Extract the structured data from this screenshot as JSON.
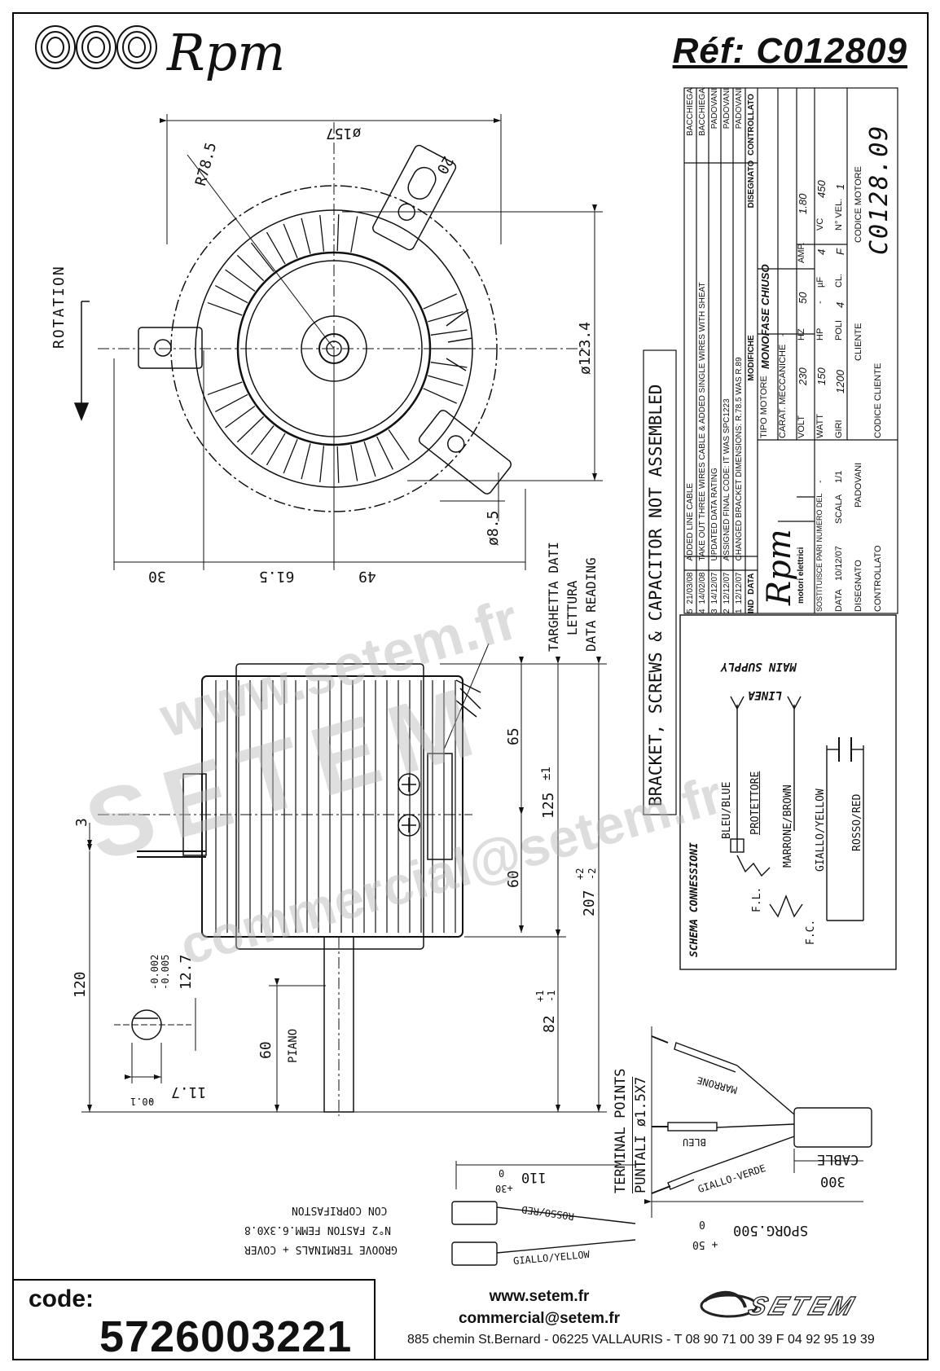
{
  "header": {
    "brand": "Rpm",
    "reference": "Réf:  C012809"
  },
  "front_view": {
    "rotation_label": "ROTATION",
    "dim_diameter": "ø157",
    "dim_radius": "R78.5",
    "dim_slot": "20",
    "dim_pitch_circle": "ø123.4",
    "dim_hole": "ø8.5",
    "dim_30": "30",
    "dim_61_5": "61.5",
    "dim_49": "49"
  },
  "side_view": {
    "nameplate_label_1": "TARGHETTA DATI",
    "nameplate_label_2": "LETTURA",
    "nameplate_label_3": "DATA READING",
    "note": "BRACKET, SCREWS & CAPACITOR NOT ASSEMBLED",
    "dim_65": "65",
    "dim_125": "125",
    "dim_125_tol": "±1",
    "dim_60": "60",
    "dim_207": "207",
    "dim_207_tol_plus": "+2",
    "dim_207_tol_minus": "-2",
    "dim_3": "3",
    "dim_120": "120",
    "dim_12_7": "12.7",
    "dim_12_7_tol_1": "-0.002",
    "dim_12_7_tol_2": "-0.005",
    "dim_11_7": "11.7",
    "dim_11_7_tol_1": "0",
    "dim_11_7_tol_2": "-0.1",
    "dim_60_flat": "60",
    "flat_label": "PIANO",
    "dim_82": "82",
    "dim_82_tol_plus": "+1",
    "dim_82_tol_minus": "-1"
  },
  "revisions": {
    "rows": [
      {
        "ind": "5",
        "date": "21/03/08",
        "text": "ADDED LINE CABLE",
        "by": "BACCHIEGA"
      },
      {
        "ind": "4",
        "date": "14/02/08",
        "text": "TAKE OUT THREE WIRES CABLE & ADDED SINGLE WIRES WITH SHEAT",
        "by": "BACCHIEGA"
      },
      {
        "ind": "3",
        "date": "14/12/07",
        "text": "UPDATED DATA RATING",
        "by": "PADOVANI"
      },
      {
        "ind": "2",
        "date": "12/12/07",
        "text": "ASSIGNED FINAL CODE: IT WAS SPC1223",
        "by": "PADOVANI"
      },
      {
        "ind": "1",
        "date": "12/12/07",
        "text": "CHANGED BRACKET DIMENSIONS: R.78.5 WAS R.89",
        "by": "PADOVANI"
      }
    ],
    "header_ind": "IND",
    "header_date": "DATA",
    "header_text": "MODIFICHE",
    "header_drawn": "DISEGNATO",
    "header_checked": "CONTROLLATO"
  },
  "title_block": {
    "company": "Rpm",
    "company_sub": "motori elettrici",
    "motor_type_label": "TIPO MOTORE",
    "motor_type": "MONOFASE CHIUSO",
    "mech_label": "CARAT. MECCANICHE",
    "mech_value": "-",
    "volt_label": "VOLT",
    "volt": "230",
    "hz_label": "HZ",
    "hz": "50",
    "amp_label": "AMP.",
    "amp": "1.80",
    "watt_label": "WATT",
    "watt": "150",
    "hp_label": "HP",
    "hp": "-",
    "uf_label": "µF",
    "uf": "4",
    "vc_label": "VC",
    "vc": "450",
    "giri_label": "GIRI",
    "giri": "1200",
    "poli_label": "POLI",
    "poli": "4",
    "cl_label": "CL.",
    "cl": "F",
    "vel_label": "N° VEL.",
    "vel": "1",
    "replaces_label": "SOSTITUISCE PARI NUMERO DEL",
    "replaces": "-",
    "date_label": "DATA",
    "date": "10/12/07",
    "scale_label": "SCALA",
    "scale": "1/1",
    "drawn_label": "DISEGNATO",
    "drawn": "PADOVANI",
    "checked_label": "CONTROLLATO",
    "client_label": "CLIENTE",
    "client_code_label": "CODICE CLIENTE",
    "motor_code_label": "CODICE MOTORE",
    "motor_code": "C0128.09"
  },
  "wiring": {
    "title": "SCHEMA CONNESSIONI",
    "main_supply": "MAIN SUPPLY",
    "linea": "LINEA",
    "blue": "BLEU/BLUE",
    "protector": "PROTETTORE",
    "brown": "MARRONE/BROWN",
    "yellow": "GIALLO/YELLOW",
    "red": "ROSSO/RED",
    "fl": "F.L.",
    "fc": "F.C."
  },
  "cable": {
    "terminal_points": "TERMINAL POINTS",
    "puntali": "PUNTALI ø1.5X7",
    "marrone": "MARRONE",
    "bleu": "BLEU",
    "giallo_verde": "GIALLO-VERDE",
    "cable_label": "CABLE",
    "dim_300": "300",
    "sporg": "SPORG.500",
    "sporg_tol_1": "0",
    "sporg_tol_2": "+ 50",
    "dim_110": "110",
    "dim_110_tol_1": "0",
    "dim_110_tol_2": "+30",
    "rosso_red": "ROSSO/RED",
    "giallo_yellow": "GIALLO/YELLOW",
    "faston_1": "CON COPRIFASTON",
    "faston_2": "N°2 FASTON FEMM.6.3X0.8",
    "faston_3": "GROOVE TERMINALS + COVER"
  },
  "watermark": {
    "line1": "www.setem.fr",
    "line2": "SETEM",
    "line3": "commercial@setem.fr"
  },
  "footer": {
    "code_label": "code:",
    "code_value": "5726003221",
    "website": "www.setem.fr",
    "email": "commercial@setem.fr",
    "address": "885 chemin St.Bernard  -  06225 VALLAURIS  -  T 08 90 71 00 39   F 04 92 95 19 39",
    "brand": "SETEM"
  }
}
